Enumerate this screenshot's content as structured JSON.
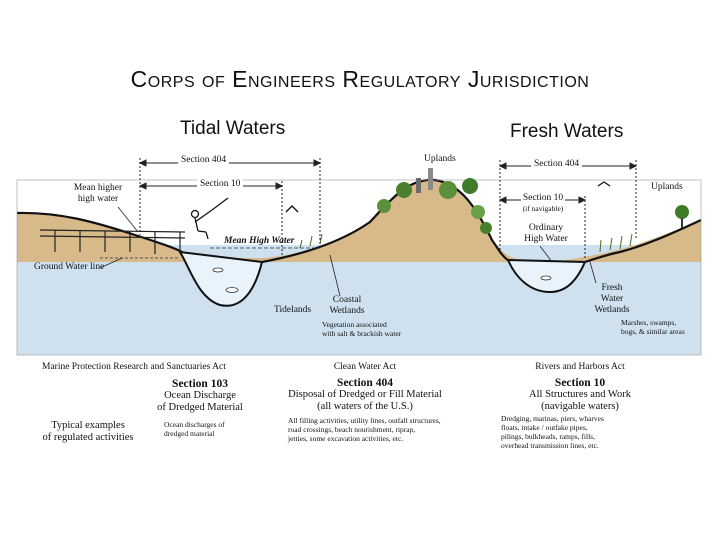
{
  "title": "Corps of Engineers Regulatory Jurisdiction",
  "headings": {
    "tidal": "Tidal Waters",
    "fresh": "Fresh Waters"
  },
  "labels": {
    "section_404_left": "Section 404",
    "section_10_left": "Section 10",
    "mean_higher_high_water_1": "Mean higher",
    "mean_higher_high_water_2": "high water",
    "mean_high_water": "Mean High Water",
    "ground_water_line": "Ground Water line",
    "tidelands": "Tidelands",
    "coastal_wetlands_1": "Coastal",
    "coastal_wetlands_2": "Wetlands",
    "vegetation_1": "Vegetation associated",
    "vegetation_2": "with salt & brackish water",
    "uplands_center": "Uplands",
    "section_404_right": "Section 404",
    "section_10_right": "Section 10",
    "if_navigable": "(if navigable)",
    "ordinary_high_water_1": "Ordinary",
    "ordinary_high_water_2": "High Water",
    "uplands_right": "Uplands",
    "fresh_water_wetlands_1": "Fresh",
    "fresh_water_wetlands_2": "Water",
    "fresh_water_wetlands_3": "Wetlands",
    "marshes_1": "Marshes, swamps,",
    "marshes_2": "bogs, & similar areas"
  },
  "acts": {
    "left": {
      "act": "Marine Protection Research and Sanctuaries Act",
      "section": "Section 103",
      "desc_1": "Ocean Discharge",
      "desc_2": "of Dredged Material",
      "typical_1": "Typical examples",
      "typical_2": "of regulated activities",
      "example_1": "Ocean discharges of",
      "example_2": "dredged material"
    },
    "center": {
      "act": "Clean Water Act",
      "section": "Section 404",
      "desc_1": "Disposal of Dredged or Fill Material",
      "desc_2": "(all waters of the U.S.)",
      "example_1": "All filling activities, utility lines, outfall structures,",
      "example_2": "road crossings, beach nourishment, riprap,",
      "example_3": "jetties, some excavation activities, etc."
    },
    "right": {
      "act": "Rivers and Harbors Act",
      "section": "Section 10",
      "desc_1": "All Structures and Work",
      "desc_2": "(navigable waters)",
      "example_1": "Dredging, marinas, piers, wharves",
      "example_2": "floats, intake / outfake pipes,",
      "example_3": "pilings, bulkheads, ramps, fills,",
      "example_4": "overhead transmission lines, etc."
    }
  },
  "colors": {
    "water": "#cfe1ef",
    "land": "#d8b98a",
    "ground": "#111111",
    "pond": "#e8f3fb"
  }
}
